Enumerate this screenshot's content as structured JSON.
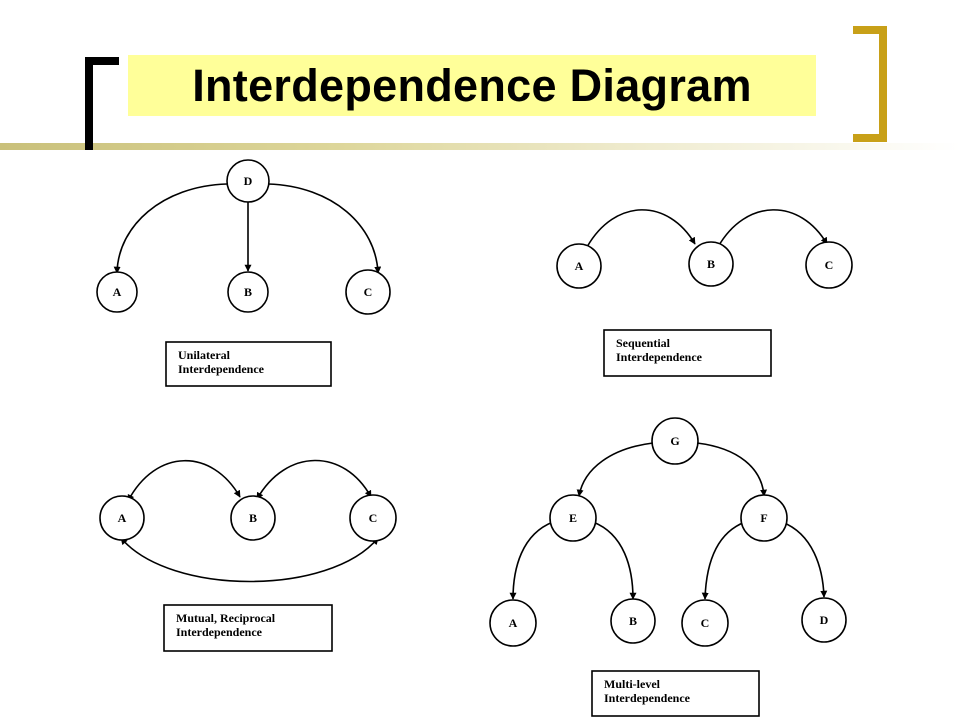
{
  "title": "Interdependence Diagram",
  "colors": {
    "title_bg": "#ffff99",
    "accent_gold": "#c8a018",
    "bracket_dark": "#000000"
  },
  "diagrams": [
    {
      "id": "unilateral",
      "nodes": [
        "D",
        "A",
        "B",
        "C"
      ],
      "caption": [
        "Unilateral",
        "Interdependence"
      ]
    },
    {
      "id": "sequential",
      "nodes": [
        "A",
        "B",
        "C"
      ],
      "caption": [
        "Sequential",
        "Interdependence"
      ]
    },
    {
      "id": "mutual",
      "nodes": [
        "A",
        "B",
        "C"
      ],
      "caption": [
        "Mutual, Reciprocal",
        "Interdependence"
      ]
    },
    {
      "id": "multilevel",
      "nodes": [
        "G",
        "E",
        "F",
        "A",
        "B",
        "C",
        "D"
      ],
      "caption": [
        "Multi-level",
        "Interdependence"
      ]
    }
  ]
}
